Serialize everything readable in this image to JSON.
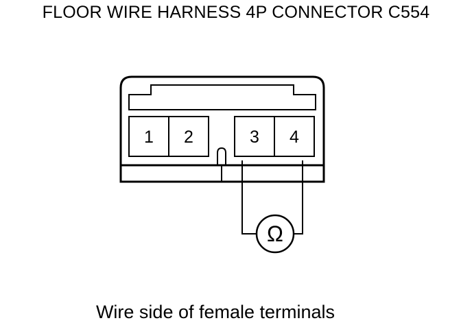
{
  "title": "FLOOR WIRE HARNESS 4P CONNECTOR C554",
  "terminals": [
    "1",
    "2",
    "3",
    "4"
  ],
  "meter": {
    "symbol": "Ω",
    "icon": "ohmmeter-icon",
    "connected_terminals": [
      "3",
      "4"
    ]
  },
  "caption": "Wire side of female terminals"
}
